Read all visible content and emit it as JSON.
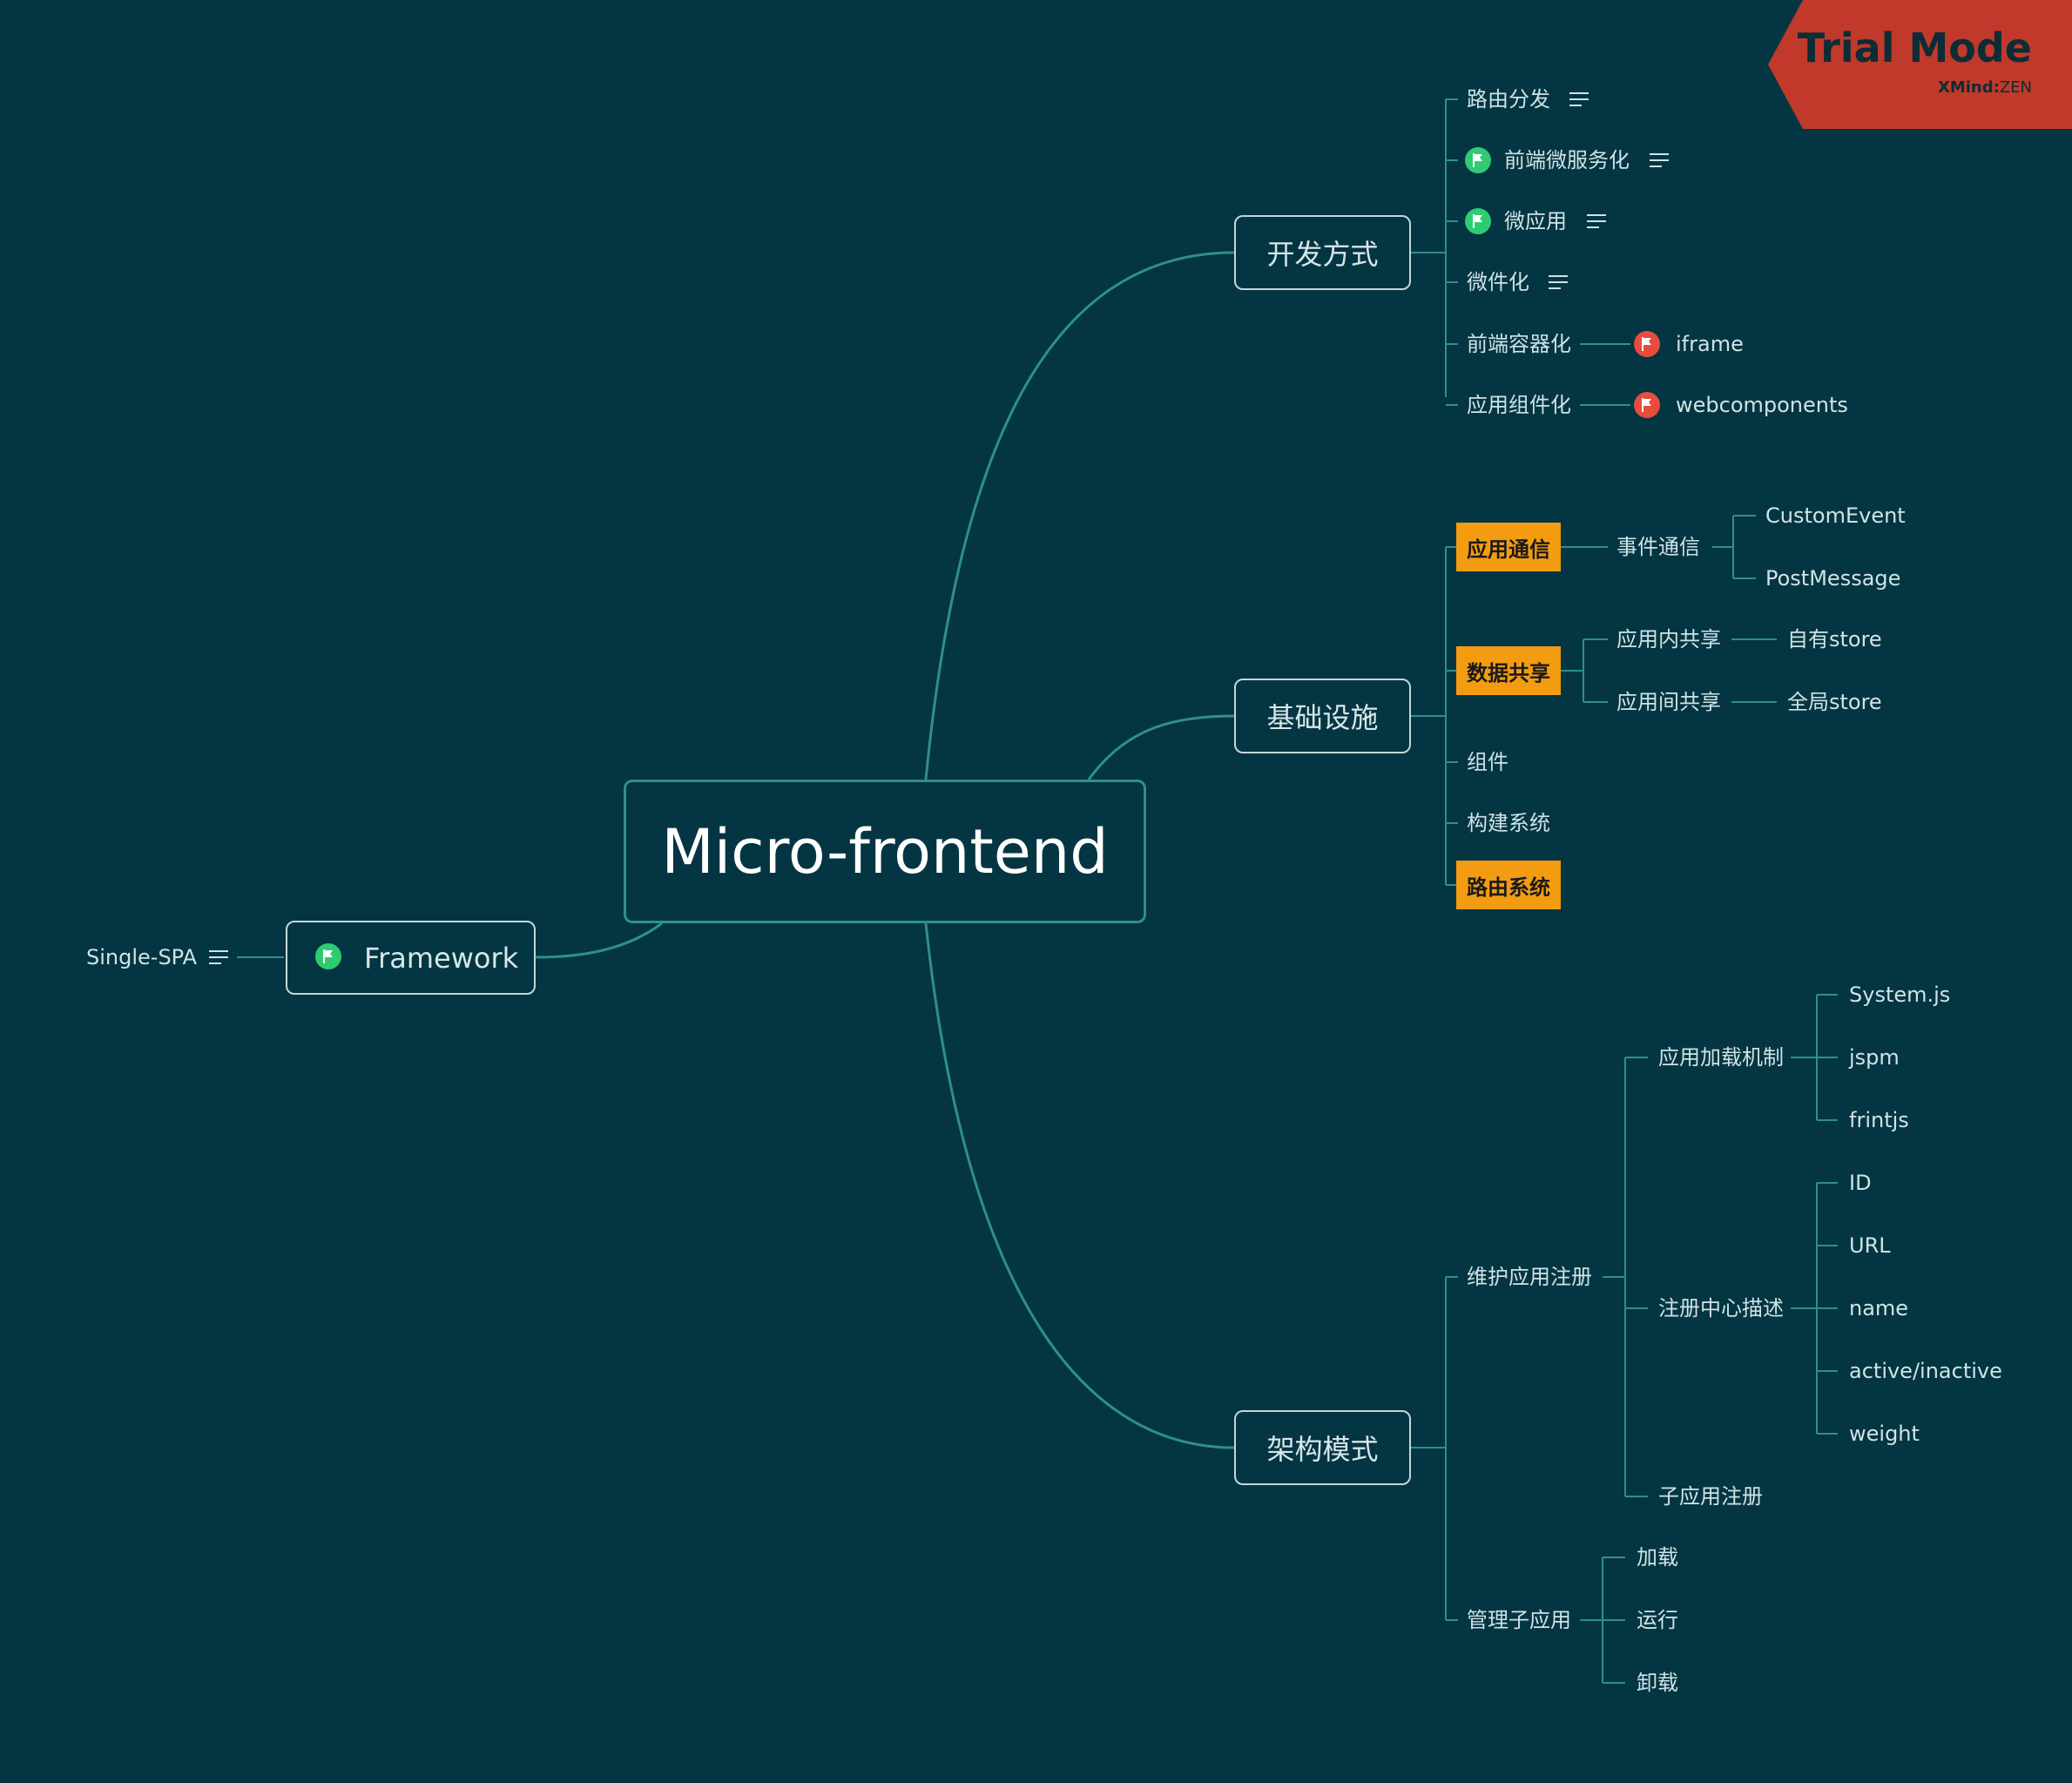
{
  "colors": {
    "background": "#043542",
    "branch_line": "#2f8f8a",
    "text": "#cfe3e6",
    "highlight_fill": "#f39c12",
    "flag_green": "#2ecc71",
    "flag_red": "#e74c3c",
    "trial_banner": "#c0392b"
  },
  "trial_banner": {
    "title": "Trial Mode",
    "brand": "XMind",
    "brand_suffix": "ZEN"
  },
  "root": {
    "label": "Micro-frontend"
  },
  "branches": {
    "dev": {
      "label": "开发方式",
      "children": [
        {
          "label": "路由分发",
          "notes": true
        },
        {
          "label": "前端微服务化",
          "flag": "green",
          "notes": true
        },
        {
          "label": "微应用",
          "flag": "green",
          "notes": true
        },
        {
          "label": "微件化",
          "notes": true
        },
        {
          "label": "前端容器化",
          "child": "iframe",
          "child_flag": "red"
        },
        {
          "label": "应用组件化",
          "child": "webcomponents",
          "child_flag": "red"
        }
      ]
    },
    "infra": {
      "label": "基础设施",
      "comm": {
        "label": "应用通信",
        "highlight": true,
        "child": "事件通信",
        "leaves": [
          "CustomEvent",
          "PostMessage"
        ]
      },
      "share": {
        "label": "数据共享",
        "highlight": true,
        "children": [
          {
            "label": "应用内共享",
            "leaf": "自有store"
          },
          {
            "label": "应用间共享",
            "leaf": "全局store"
          }
        ]
      },
      "others": [
        {
          "label": "组件"
        },
        {
          "label": "构建系统"
        },
        {
          "label": "路由系统",
          "highlight": true
        }
      ]
    },
    "arch": {
      "label": "架构模式",
      "maintain": {
        "label": "维护应用注册",
        "load": {
          "label": "应用加载机制",
          "leaves": [
            "System.js",
            "jspm",
            "frintjs"
          ]
        },
        "registry": {
          "label": "注册中心描述",
          "leaves": [
            "ID",
            "URL",
            "name",
            "active/inactive",
            "weight"
          ]
        },
        "sub": {
          "label": "子应用注册"
        }
      },
      "manage": {
        "label": "管理子应用",
        "leaves": [
          "加载",
          "运行",
          "卸载"
        ]
      }
    },
    "framework": {
      "label": "Framework",
      "flag": "green",
      "child": "Single-SPA",
      "child_notes": true
    }
  }
}
